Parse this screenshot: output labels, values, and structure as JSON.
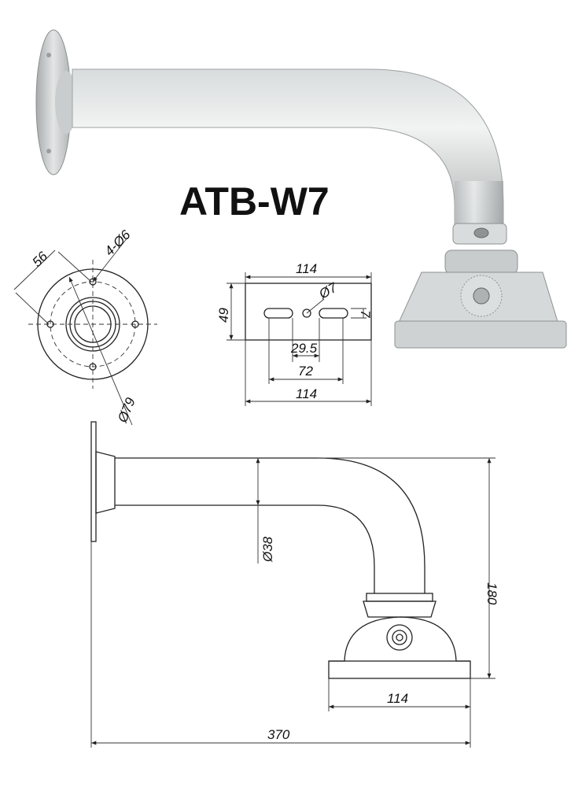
{
  "model": "ATB-W7",
  "flange_view": {
    "dim_hole_spacing": "56",
    "dim_holes": "4-Ø6",
    "dim_diameter": "Ø79"
  },
  "base_view": {
    "dim_width_top": "114",
    "dim_height": "49",
    "dim_hole": "Ø7",
    "dim_slot_width": "7",
    "dim_slot_gap": "29.5",
    "dim_slot_span": "72",
    "dim_width_bottom": "114"
  },
  "side_view": {
    "dim_tube": "Ø38",
    "dim_height": "180",
    "dim_base_width": "114",
    "dim_length": "370"
  }
}
